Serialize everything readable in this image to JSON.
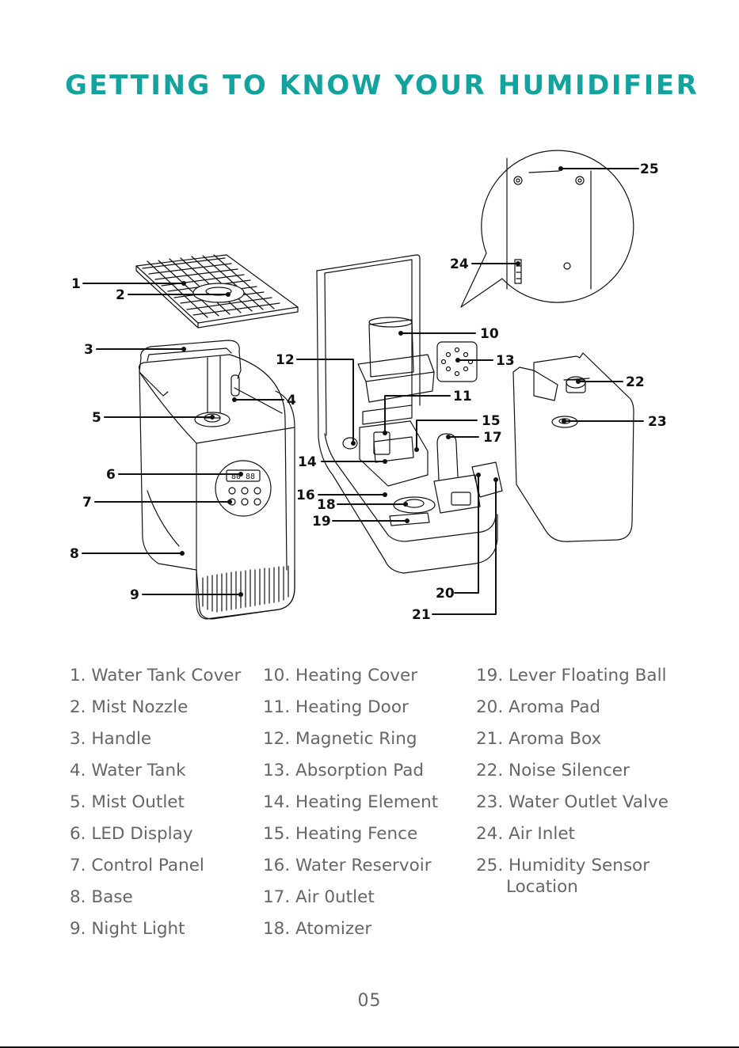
{
  "title": "GETTING TO KNOW YOUR HUMIDIFIER",
  "callouts": [
    "1",
    "2",
    "3",
    "4",
    "5",
    "6",
    "7",
    "8",
    "9",
    "10",
    "11",
    "12",
    "13",
    "14",
    "15",
    "16",
    "17",
    "18",
    "19",
    "20",
    "21",
    "22",
    "23",
    "24",
    "25"
  ],
  "display_readout": "80 88",
  "parts": {
    "col1": [
      "1. Water Tank Cover",
      "2. Mist Nozzle",
      "3. Handle",
      "4. Water Tank",
      "5. Mist Outlet",
      "6. LED Display",
      "7. Control Panel",
      "8. Base",
      "9. Night Light"
    ],
    "col2": [
      "10. Heating Cover",
      "11. Heating Door",
      "12. Magnetic Ring",
      "13. Absorption Pad",
      "14. Heating Element",
      "15. Heating Fence",
      "16. Water Reservoir",
      "17. Air 0utlet",
      "18. Atomizer"
    ],
    "col3": [
      "19. Lever Floating Ball",
      "20. Aroma Pad",
      "21. Aroma Box",
      "22. Noise Silencer",
      "23. Water Outlet Valve",
      "24. Air Inlet"
    ],
    "col3_last": {
      "line1": "25. Humidity Sensor",
      "line2": "Location"
    }
  },
  "page_number": "05",
  "colors": {
    "accent": "#12a39e",
    "line": "#111111",
    "text": "#666666"
  }
}
